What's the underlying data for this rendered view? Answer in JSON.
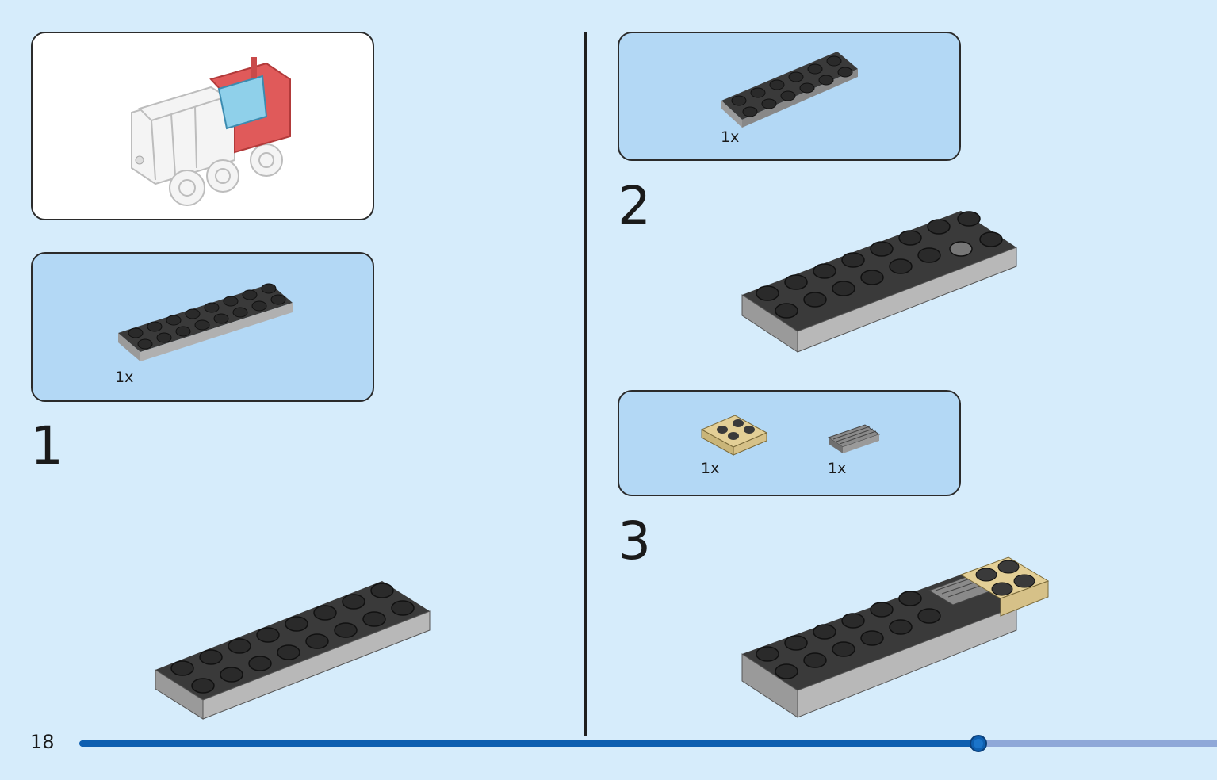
{
  "page": {
    "number": "18"
  },
  "progress": {
    "fraction": 0.79
  },
  "preview": {
    "icon": "truck-model-icon"
  },
  "steps": [
    {
      "number": "1",
      "parts": [
        {
          "qty": "1x",
          "icon": "plate-2x8-dark-gray-icon"
        }
      ],
      "result_icon": "plate-2x8-assembly-icon"
    },
    {
      "number": "2",
      "parts": [
        {
          "qty": "1x",
          "icon": "plate-2x6-dark-gray-icon"
        }
      ],
      "result_icon": "stacked-plates-assembly-icon"
    },
    {
      "number": "3",
      "parts": [
        {
          "qty": "1x",
          "icon": "plate-2x2-tan-icon"
        },
        {
          "qty": "1x",
          "icon": "grille-tile-1x2-gray-icon"
        }
      ],
      "result_icon": "plates-with-tan-plate-assembly-icon"
    }
  ],
  "colors": {
    "background": "#d6ecfb",
    "parts_box": "#b3d8f5",
    "progress": "#0e5fb0",
    "brick_dark": "#3a3a3a",
    "brick_side": "#9a9a9a",
    "tan": "#e3cf96"
  }
}
